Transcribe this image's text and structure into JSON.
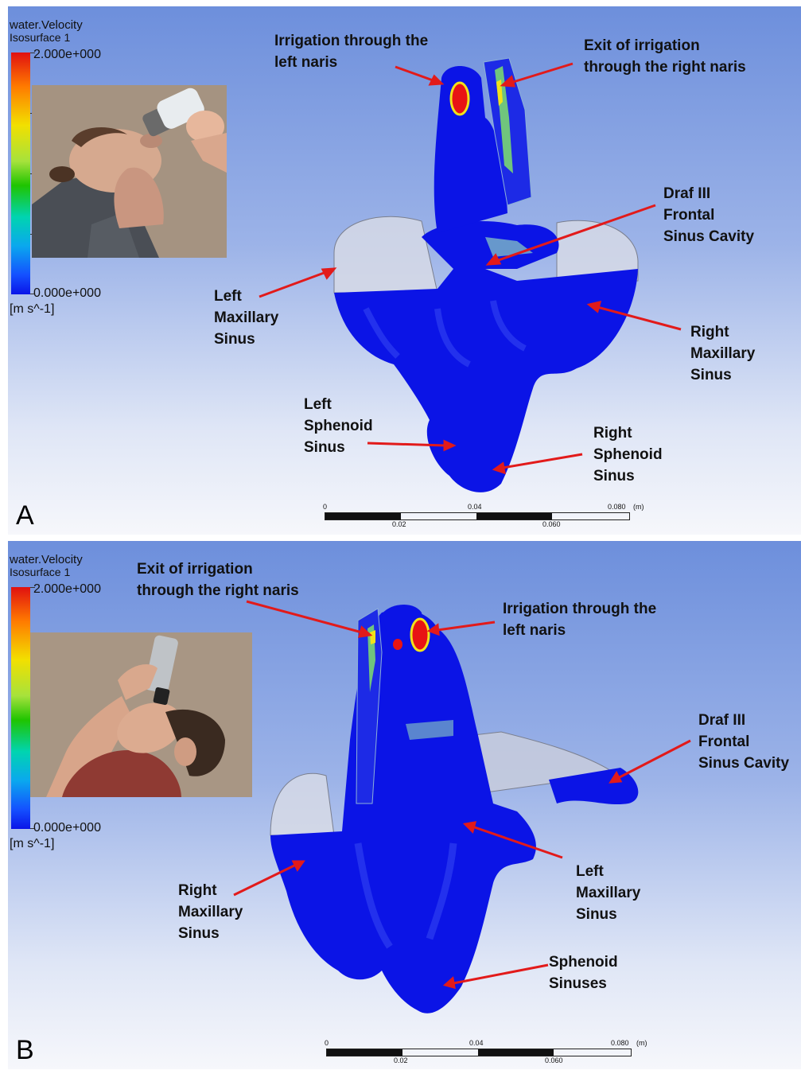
{
  "panels": [
    {
      "letter": "A",
      "legend": {
        "title": "water.Velocity",
        "subtitle": "Isosurface 1",
        "max": "2.000e+000",
        "min": "0.000e+000",
        "unit": "[m s^-1]"
      },
      "labels": {
        "irrigation": [
          "Irrigation through the",
          "left naris"
        ],
        "exit": [
          "Exit of irrigation",
          "through the right naris"
        ],
        "draf": [
          "Draf III",
          "Frontal",
          "Sinus Cavity"
        ],
        "left_max": [
          "Left",
          "Maxillary",
          "Sinus"
        ],
        "right_max": [
          "Right",
          "Maxillary",
          "Sinus"
        ],
        "left_sph": [
          "Left",
          "Sphenoid",
          "Sinus"
        ],
        "right_sph": [
          "Right",
          "Sphenoid",
          "Sinus"
        ]
      },
      "scale": {
        "top": [
          "0",
          "0.04",
          "0.080",
          "(m)"
        ],
        "bottom": [
          "0.02",
          "0.060"
        ]
      }
    },
    {
      "letter": "B",
      "legend": {
        "title": "water.Velocity",
        "subtitle": "Isosurface 1",
        "max": "2.000e+000",
        "min": "0.000e+000",
        "unit": "[m s^-1]"
      },
      "labels": {
        "exit": [
          "Exit of irrigation",
          "through the right naris"
        ],
        "irrigation": [
          "Irrigation through the",
          "left naris"
        ],
        "draf": [
          "Draf III",
          "Frontal",
          "Sinus Cavity"
        ],
        "left_max": [
          "Left",
          "Maxillary",
          "Sinus"
        ],
        "right_max": [
          "Right",
          "Maxillary",
          "Sinus"
        ],
        "sph": [
          "Sphenoid",
          "Sinuses"
        ]
      },
      "scale": {
        "top": [
          "0",
          "0.04",
          "0.080",
          "(m)"
        ],
        "bottom": [
          "0.02",
          "0.060"
        ]
      }
    }
  ],
  "colors": {
    "arrow": "#e21a1a",
    "sinus": "#0b14e6",
    "marker_fill": "#e81414",
    "marker_ring": "#f2e21a"
  }
}
